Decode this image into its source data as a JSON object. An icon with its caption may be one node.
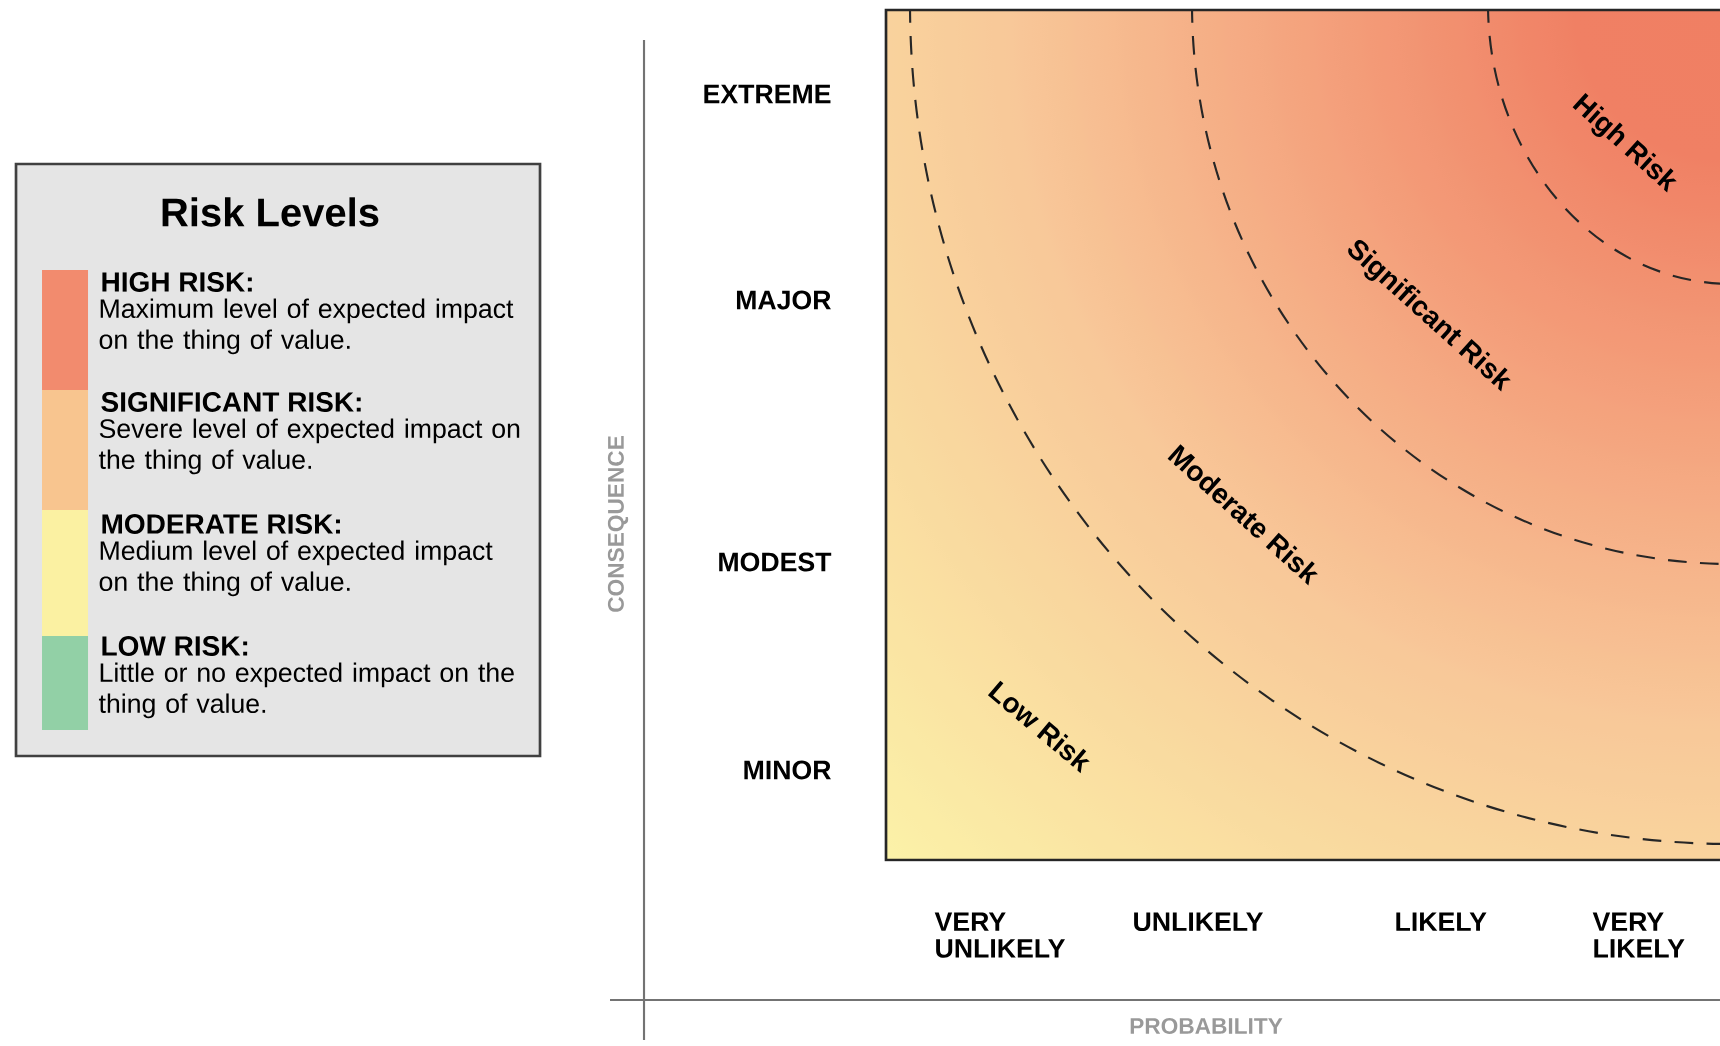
{
  "diagram": {
    "labels": [
      "Risk Levels",
      "Maximum level of expected impact on the thing of value.",
      "Severe level of expected impact on the thing of value.",
      "Medium level of expected impact on the thing of value.",
      "Little or no expected impact on the thing of value.",
      "EXTREME",
      "High Risk",
      "MAJOR",
      "Significant Risk",
      "CONSEQUENCE",
      "MODEST",
      "Moderate Risk",
      "MINOR",
      "Low Risk",
      "VERY UNLIKELY",
      "UNLIKELY",
      "LIKELY",
      "VERY LIKELY",
      "PROBABILITY"
    ],
    "legend": [
      {
        "text": "HIGH RISK:",
        "color": "#f28b6e"
      },
      {
        "text": "SIGNIFICANT RISK:",
        "color": "#f8c58f"
      },
      {
        "text": "MODERATE RISK:",
        "color": "#fbf1a2"
      },
      {
        "text": "LOW RISK:",
        "color": "#92d0a6"
      }
    ]
  }
}
